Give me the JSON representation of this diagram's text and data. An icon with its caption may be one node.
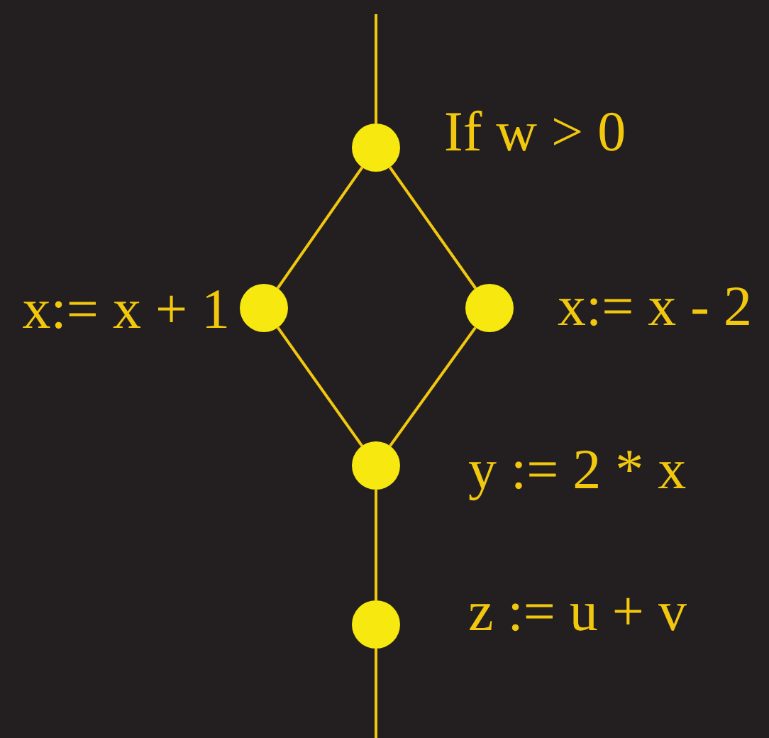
{
  "diagram": {
    "nodes": [
      {
        "text": [],
        "shape": "circle",
        "beside": [
          "If w > 0"
        ]
      },
      {
        "text": [],
        "shape": "circle",
        "beside": [
          "x:= x + 1"
        ]
      },
      {
        "text": [],
        "shape": "circle",
        "beside": [
          "x:= x - 2"
        ]
      },
      {
        "text": [],
        "shape": "circle",
        "beside": [
          "y := 2 * x"
        ]
      },
      {
        "text": [],
        "shape": "circle",
        "beside": [
          "z := u + v"
        ]
      }
    ],
    "edges": [
      {
        "from": null,
        "to": 0,
        "arrow": "none"
      },
      {
        "from": 0,
        "to": 1,
        "arrow": "none"
      },
      {
        "from": 0,
        "to": 2,
        "arrow": "none"
      },
      {
        "from": 1,
        "to": 3,
        "arrow": "none"
      },
      {
        "from": 2,
        "to": 3,
        "arrow": "none"
      },
      {
        "from": 3,
        "to": 4,
        "arrow": "none"
      },
      {
        "from": 4,
        "to": null,
        "arrow": "none"
      }
    ]
  }
}
